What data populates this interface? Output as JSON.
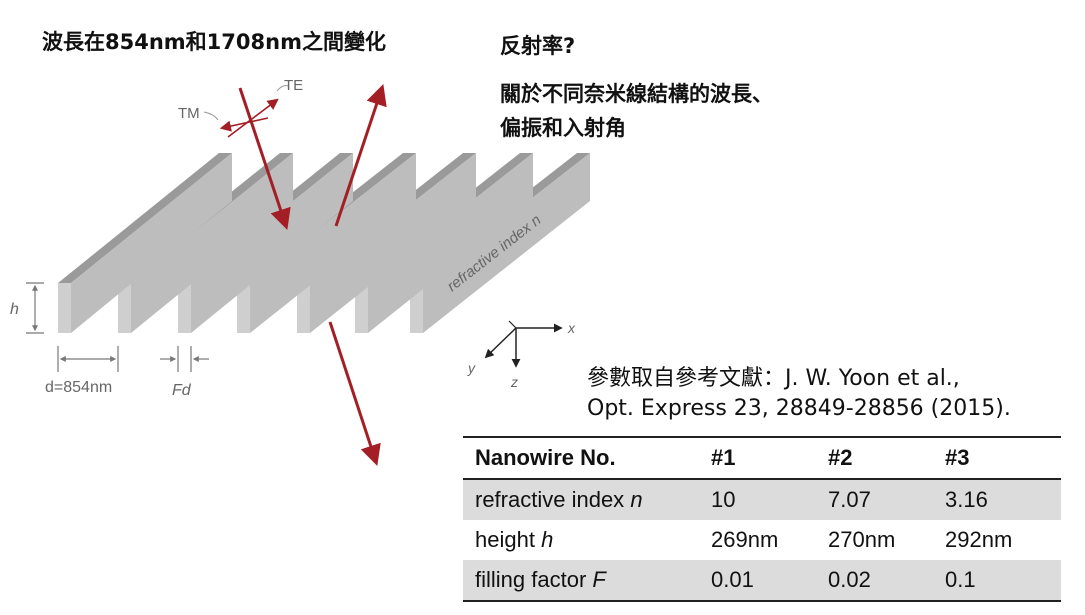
{
  "title": "波長在854nm和1708nm之間變化",
  "question": "反射率?",
  "description": [
    "關於不同奈米線結構的波長、",
    "偏振和入射角"
  ],
  "diagram": {
    "te_label": "TE",
    "tm_label": "TM",
    "grating_label": "refractive index n",
    "h_label": "h",
    "d_label": "d=854nm",
    "fd_label": "Fd",
    "axis_x": "x",
    "axis_y": "y",
    "axis_z": "z"
  },
  "reference": [
    "參數取自參考文獻：J. W. Yoon et al.,",
    "Opt. Express 23, 28849-28856 (2015)."
  ],
  "table": {
    "headers": [
      "Nanowire No.",
      "#1",
      "#2",
      "#3"
    ],
    "rows": [
      {
        "label": "refractive index",
        "var": "n",
        "values": [
          "10",
          "7.07",
          "3.16"
        ]
      },
      {
        "label": "height",
        "var": "h",
        "values": [
          "269nm",
          "270nm",
          "292nm"
        ]
      },
      {
        "label": "filling factor",
        "var": "F",
        "values": [
          "0.01",
          "0.02",
          "0.1"
        ]
      }
    ]
  },
  "colors": {
    "arrow": "#a31f25",
    "bar_front": "#cfcfcf",
    "bar_side": "#bdbdbd"
  }
}
